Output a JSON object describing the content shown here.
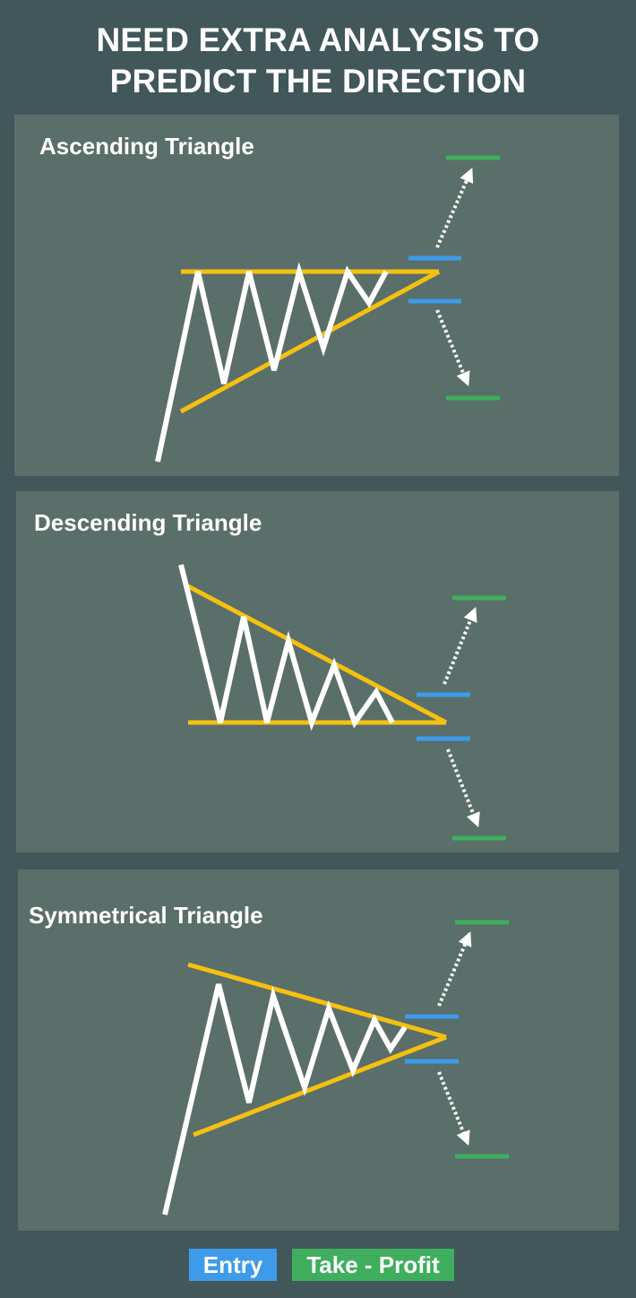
{
  "header": {
    "title_line1": "NEED EXTRA ANALYSIS TO",
    "title_line2": "PREDICT THE DIRECTION"
  },
  "panels": [
    {
      "title": "Ascending Triangle"
    },
    {
      "title": "Descending Triangle"
    },
    {
      "title": "Symmetrical Triangle"
    }
  ],
  "legend": {
    "entry": "Entry",
    "take_profit": "Take - Profit"
  },
  "colors": {
    "background": "#41575a",
    "panel": "#5a6e6a",
    "trendline": "#f5c010",
    "price": "#ffffff",
    "entry": "#3d9be9",
    "take_profit": "#3fae5e"
  }
}
